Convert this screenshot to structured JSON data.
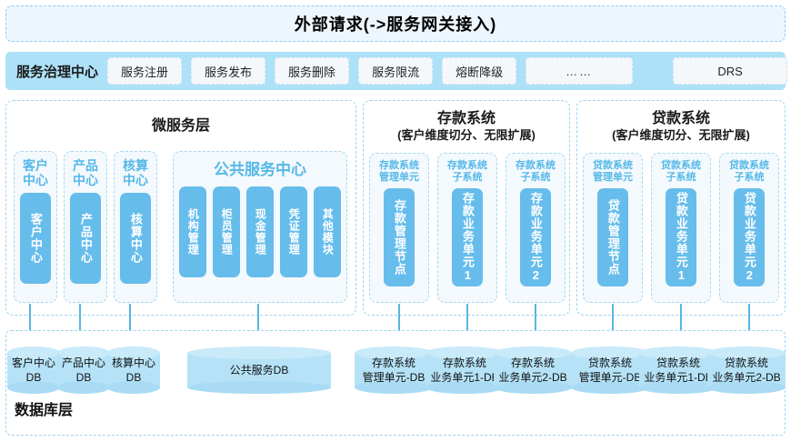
{
  "banner": {
    "text": "外部请求(->服务网关接入)"
  },
  "governance": {
    "title": "服务治理中心",
    "buttons": [
      {
        "label": "服务注册"
      },
      {
        "label": "服务发布"
      },
      {
        "label": "服务删除"
      },
      {
        "label": "服务限流"
      },
      {
        "label": "熔断降级"
      },
      {
        "label": "……"
      },
      {
        "label": "DRS"
      }
    ]
  },
  "microservice": {
    "title": "微服务层",
    "units": [
      {
        "title": "客户\n中心",
        "box": "客户中心"
      },
      {
        "title": "产品\n中心",
        "box": "产品中心"
      },
      {
        "title": "核算\n中心",
        "box": "核算中心"
      }
    ],
    "public_center": {
      "title": "公共服务中心",
      "modules": [
        "机构管理",
        "柜员管理",
        "现金管理",
        "凭证管理",
        "其他模块"
      ]
    }
  },
  "deposit": {
    "title": "存款系统",
    "subtitle": "(客户维度切分、无限扩展)",
    "units": [
      {
        "title": "存款系统\n管理单元",
        "box": "存款管理节点"
      },
      {
        "title": "存款系统\n子系统",
        "box": "存款业务单元1"
      },
      {
        "title": "存款系统\n子系统",
        "box": "存款业务单元2"
      }
    ]
  },
  "loan": {
    "title": "贷款系统",
    "subtitle": "(客户维度切分、无限扩展)",
    "units": [
      {
        "title": "贷款系统\n管理单元",
        "box": "贷款管理节点"
      },
      {
        "title": "贷款系统\n子系统",
        "box": "贷款业务单元1"
      },
      {
        "title": "贷款系统\n子系统",
        "box": "贷款业务单元2"
      }
    ]
  },
  "database_layer": {
    "label": "数据库层",
    "databases": [
      {
        "label": "客户中心\nDB"
      },
      {
        "label": "产品中心\nDB"
      },
      {
        "label": "核算中心\nDB"
      },
      {
        "label": "公共服务DB"
      },
      {
        "label": "存款系统\n管理单元-DB"
      },
      {
        "label": "存款系统\n业务单元1-DB"
      },
      {
        "label": "存款系统\n业务单元2-DB"
      },
      {
        "label": "贷款系统\n管理单元-DB"
      },
      {
        "label": "贷款系统\n业务单元1-DB"
      },
      {
        "label": "贷款系统\n业务单元2-DB"
      }
    ]
  },
  "colors": {
    "accent_blue": "#66bdec",
    "pale_blue": "#ace1f7",
    "banner_bg": "#eef6fd",
    "db_cyl": "#b5e2f7",
    "border_dashed": "#9ed3f2",
    "title_blue": "#56b8e8"
  }
}
